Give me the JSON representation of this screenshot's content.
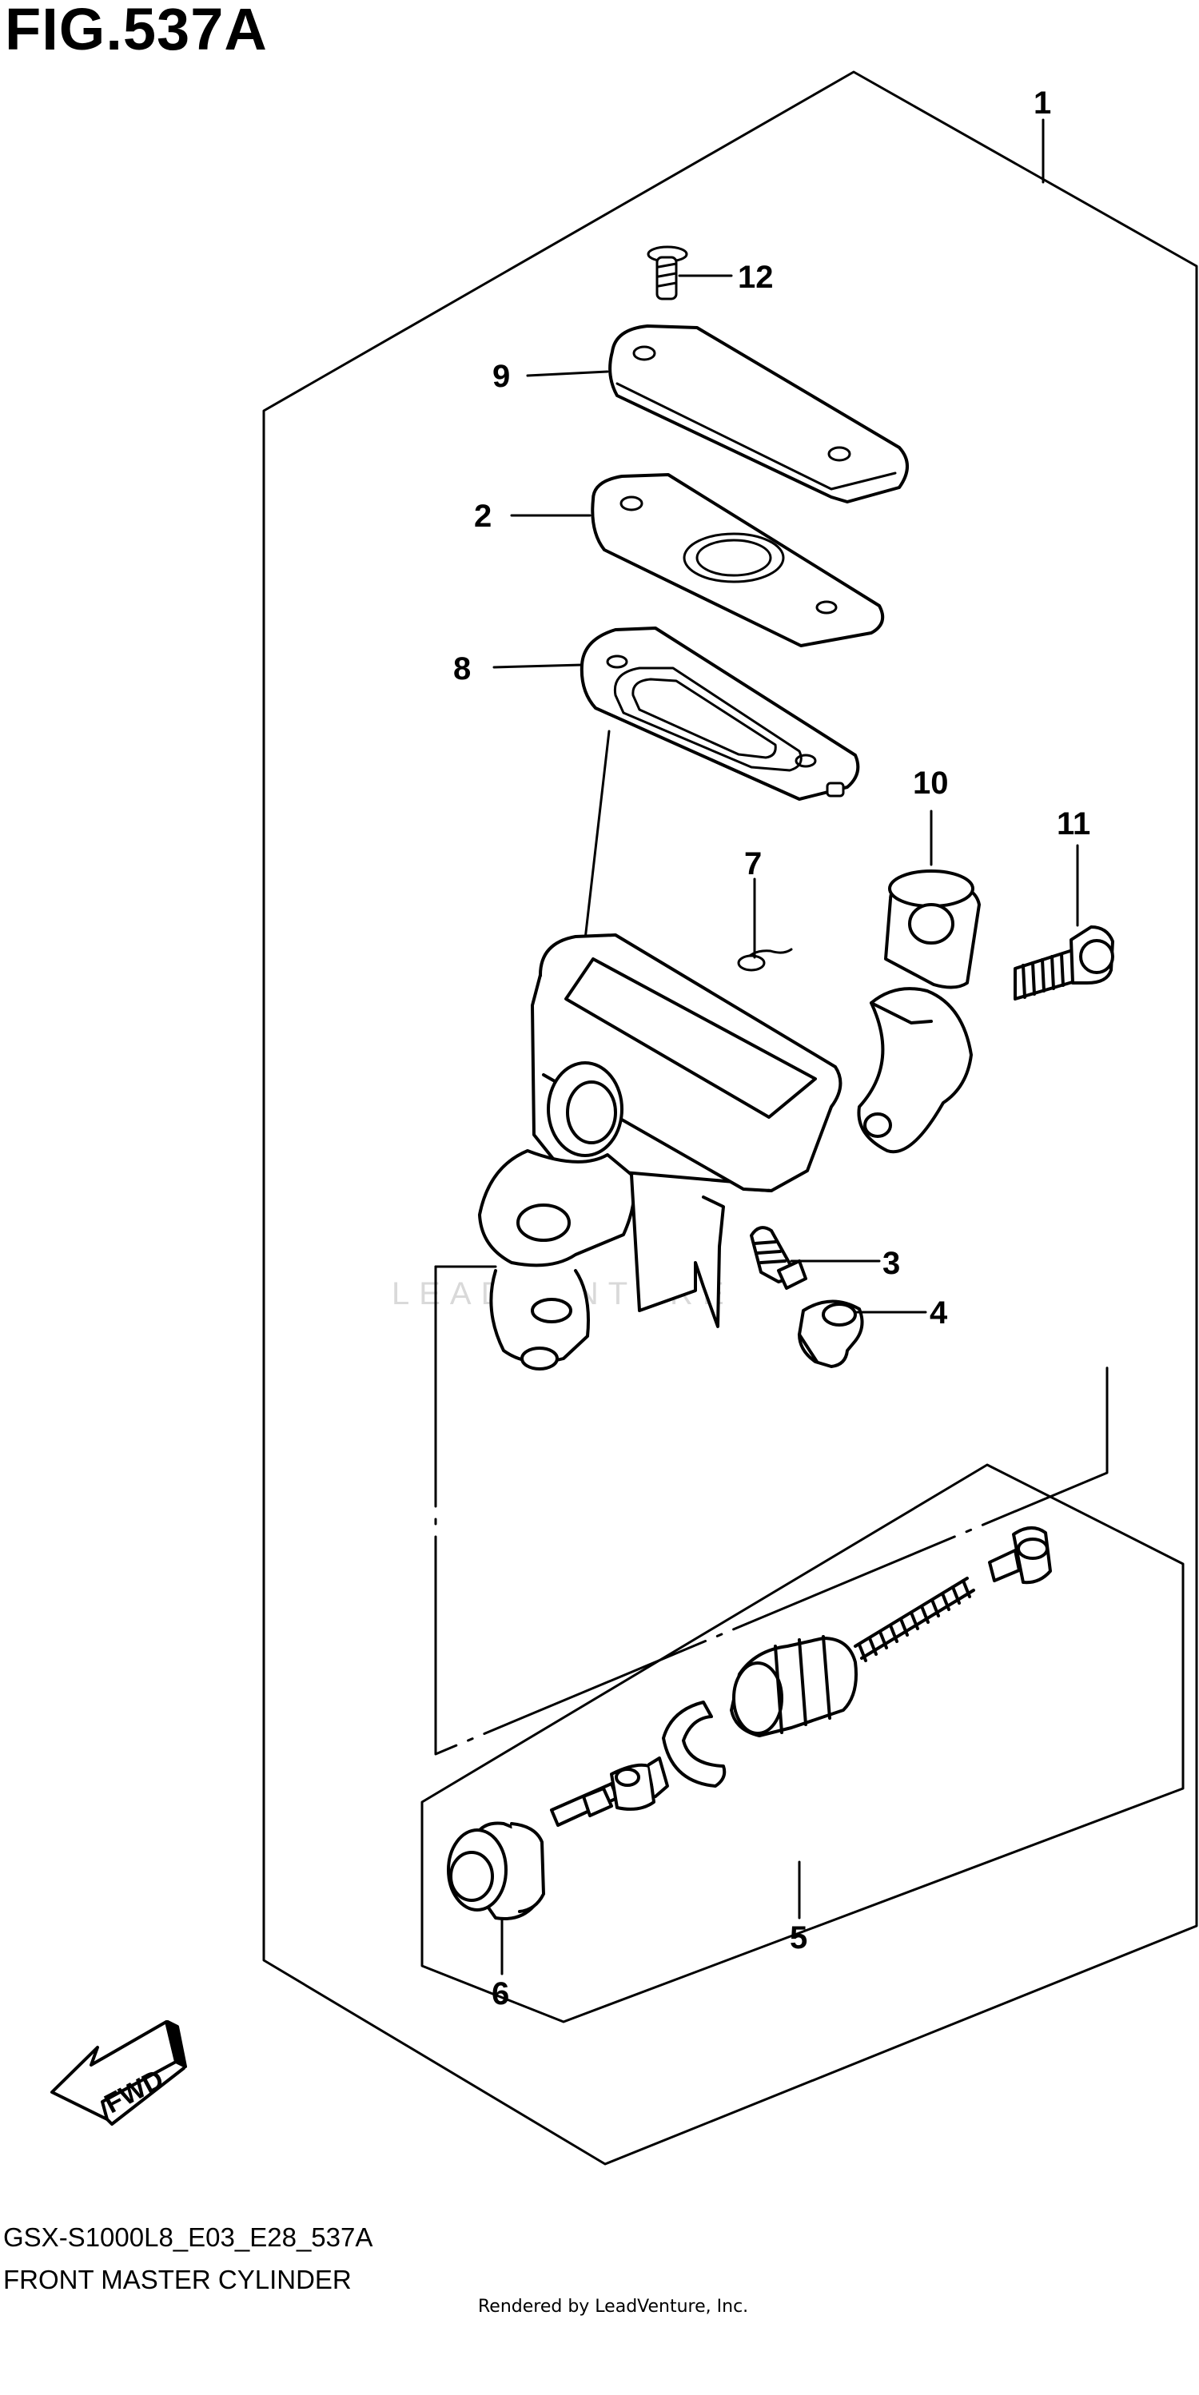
{
  "figure": {
    "title": "FIG.537A",
    "model_code": "GSX-S1000L8_E03_E28_537A",
    "caption": "FRONT MASTER CYLINDER",
    "credit": "Rendered by LeadVenture, Inc.",
    "watermark": "LEADVENTURE"
  },
  "callouts": {
    "c1": "1",
    "c2": "2",
    "c3": "3",
    "c4": "4",
    "c5": "5",
    "c6": "6",
    "c7": "7",
    "c8": "8",
    "c9": "9",
    "c10": "10",
    "c11": "11",
    "c12": "12"
  },
  "direction": {
    "label": "FWD"
  },
  "colors": {
    "line": "#000000",
    "background": "#ffffff",
    "watermark": "#d9d9d9"
  }
}
